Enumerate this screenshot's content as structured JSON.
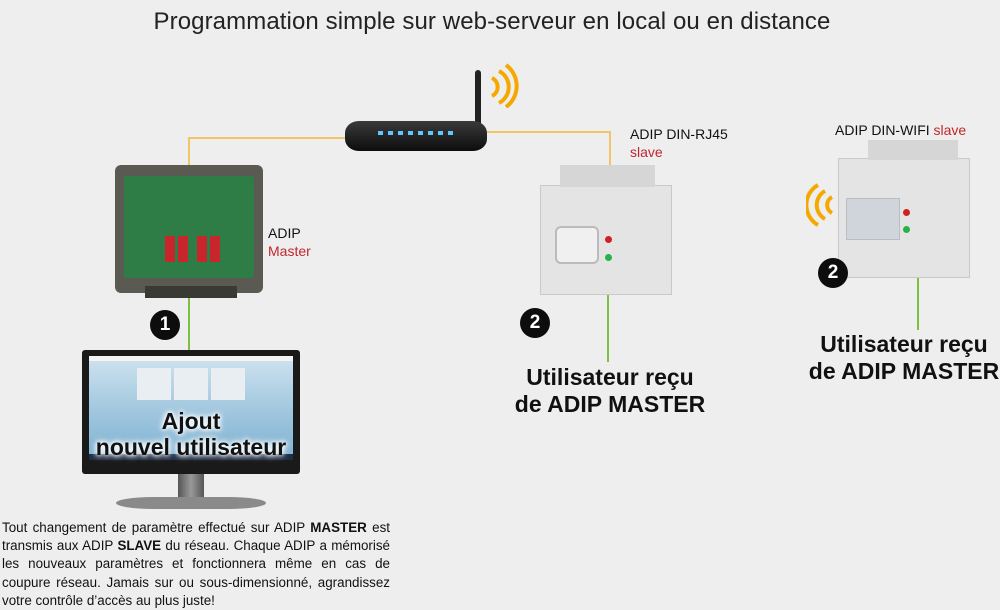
{
  "title": "Programmation simple sur web-serveur en local ou en distance",
  "master": {
    "name": "ADIP",
    "role": "Master",
    "badge": "1"
  },
  "monitor": {
    "line1": "Ajout",
    "line2": "nouvel utilisateur"
  },
  "rj45": {
    "name": "ADIP DIN-RJ45",
    "role": "slave",
    "badge": "2",
    "caption_line1": "Utilisateur reçu",
    "caption_line2": "de ADIP MASTER"
  },
  "wifi": {
    "name": "ADIP DIN-WIFI",
    "role": "slave",
    "badge": "2",
    "caption_line1": "Utilisateur reçu",
    "caption_line2": "de ADIP MASTER"
  },
  "footer": {
    "p1": "Tout changement de paramètre effectué sur ADIP ",
    "b1": "MASTER",
    "p2": " est transmis aux ADIP ",
    "b2": "SLAVE",
    "p3": " du réseau. Chaque ADIP a mémorisé les nouveaux paramètres et fonctionnera même en cas de coupure réseau. Jamais sur ou sous-dimensionné, agrandissez votre contrôle d’accès au plus juste!"
  },
  "colors": {
    "cable": "#f2c46a",
    "green_link": "#7ac143",
    "wifi_signal": "#f5a800",
    "accent_red": "#c0272d"
  },
  "icons": [
    "wifi-signal-icon",
    "router-icon",
    "monitor-icon"
  ]
}
